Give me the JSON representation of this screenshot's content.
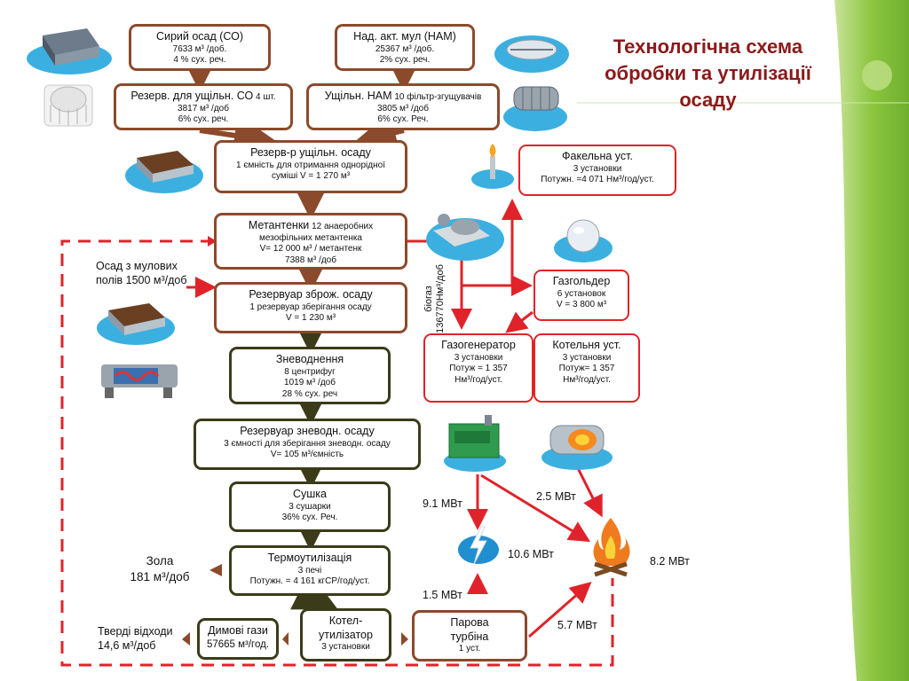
{
  "title": "Технологічна схема обробки та утилізації осаду",
  "boxes": {
    "raw": {
      "title": "Сирий осад (СО)",
      "l1": "7633 м³ /доб.",
      "l2": "4 % сух. реч."
    },
    "nam": {
      "title": "Над. акт. мул (НАМ)",
      "l1": "25367 м³ /доб.",
      "l2": "2% сух. реч."
    },
    "res_co": {
      "title": "Резерв. для ущільн. СО",
      "extra": "4 шт.",
      "l1": "3817 м³ /доб",
      "l2": "6% сух. реч."
    },
    "thick_nam": {
      "title": "Ущільн. НАМ",
      "extra": "10 фільтр-згущувачів",
      "l1": "3805 м³ /доб",
      "l2": "6% сух. Реч."
    },
    "res_thick": {
      "title": "Резерв-р ущільн. осаду",
      "l1": "1 ємність для отримання однорідної",
      "l2": "суміші V = 1 270 м³"
    },
    "digest": {
      "title": "Метантенки",
      "extra": "12 анаеробних",
      "l1": "мезофільних метантенка",
      "l2": "V= 12 000 м³ / метантенк",
      "l3": "7388 м³ /доб"
    },
    "res_ferm": {
      "title": "Резервуар зброж. осаду",
      "l1": "1 резервуар зберігання осаду",
      "l2": "V = 1 230 м³"
    },
    "dewater": {
      "title": "Зневоднення",
      "l1": "8 центрифуг",
      "l2": "1019 м³ /доб",
      "l3": "28 % сух. реч"
    },
    "res_dew": {
      "title": "Резервуар зневодн. осаду",
      "l1": "3 ємності для зберігання зневодн. осаду",
      "l2": "V= 105 м³/ємність"
    },
    "dry": {
      "title": "Сушка",
      "l1": "3 сушарки",
      "l2": "36% сух. Реч."
    },
    "thermo": {
      "title": "Термоутилізація",
      "l1": "3 печі",
      "l2": "Потужн. = 4 161 кгСР/год/уст."
    },
    "boiler_util": {
      "title": "Котел-",
      "l1": "утилізатор",
      "l2": "3 установки"
    },
    "flue": {
      "title": "Димові гази",
      "l1": "57665 м³/год."
    },
    "steam": {
      "title": "Парова",
      "l1": "турбіна",
      "l2": "1 уст."
    },
    "flare": {
      "title": "Факельна уст.",
      "l1": "3 установки",
      "l2": "Потужн. =4 071 Нм³/год/уст."
    },
    "gasholder": {
      "title": "Газгольдер",
      "l1": "6 установок",
      "l2": "V = 3 800  м³"
    },
    "gasgen": {
      "title": "Газогенератор",
      "l1": "3 установки",
      "l2": "Потуж = 1 357",
      "l3": "Нм³/год/уст."
    },
    "boiler": {
      "title": "Котельня уст.",
      "l1": "3 установки",
      "l2": "Потуж= 1 357",
      "l3": "Нм³/год/уст."
    }
  },
  "labels": {
    "sludge_fields_1": "Осад з мулових",
    "sludge_fields_2": "полів 1500 м³/доб",
    "biogas_1": "біогаз",
    "biogas_2": "136770Нм³/доб",
    "ash_1": "Зола",
    "ash_2": "181 м³/доб",
    "solid_1": "Тверді відходи",
    "solid_2": "14,6 м³/доб",
    "p91": "9.1 МВт",
    "p25": "2.5 МВт",
    "p106": "10.6 МВт",
    "p82": "8.2 МВт",
    "p15": "1.5 МВт",
    "p57": "5.7 МВт"
  },
  "colors": {
    "brown": "#8b4a2b",
    "red": "#e0232a",
    "olive": "#3b3b1a",
    "green": "#8cc63f",
    "title": "#8b1a1a"
  }
}
